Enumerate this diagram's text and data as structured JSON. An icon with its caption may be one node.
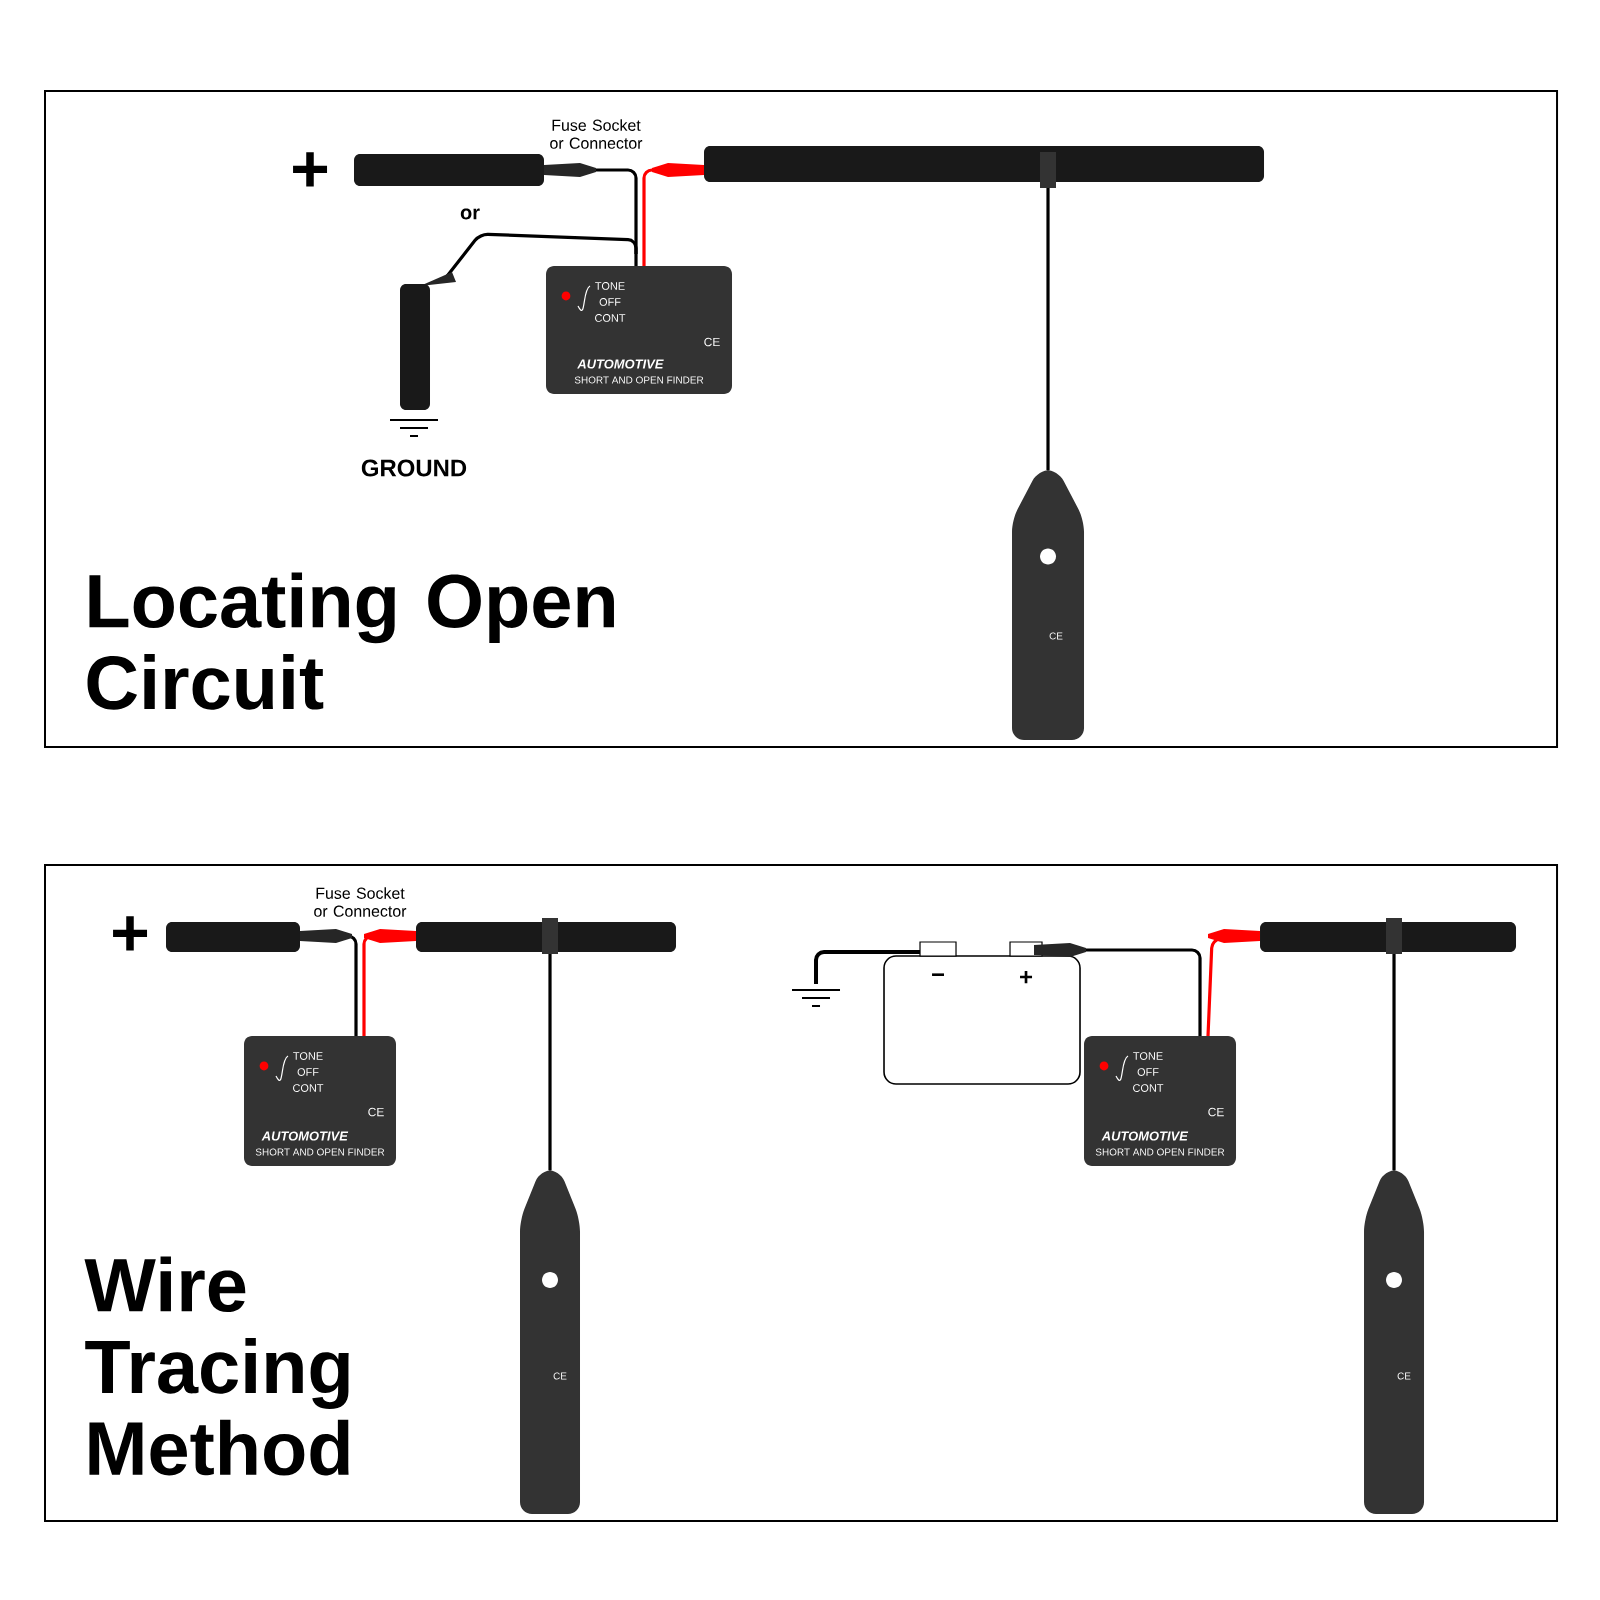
{
  "diagram": {
    "nodes": [
      {
        "text": [
          "Locating Open Circuit"
        ]
      },
      {
        "text": [
          "Wire Tracing Method"
        ]
      }
    ],
    "labels": [
      "Fuse Socket or Connector",
      "or",
      "GROUND",
      "+",
      "TONE",
      "OFF",
      "CONT",
      "CE",
      "AUTOMOTIVE",
      "SHORT AND OPEN FINDER",
      "CE",
      "+",
      "Fuse Socket or Connector",
      "TONE",
      "OFF",
      "CONT",
      "CE",
      "AUTOMOTIVE",
      "SHORT AND OPEN FINDER",
      "CE",
      "−",
      "+",
      "TONE",
      "OFF",
      "CONT",
      "CE",
      "AUTOMOTIVE",
      "SHORT AND OPEN FINDER",
      "CE"
    ]
  }
}
